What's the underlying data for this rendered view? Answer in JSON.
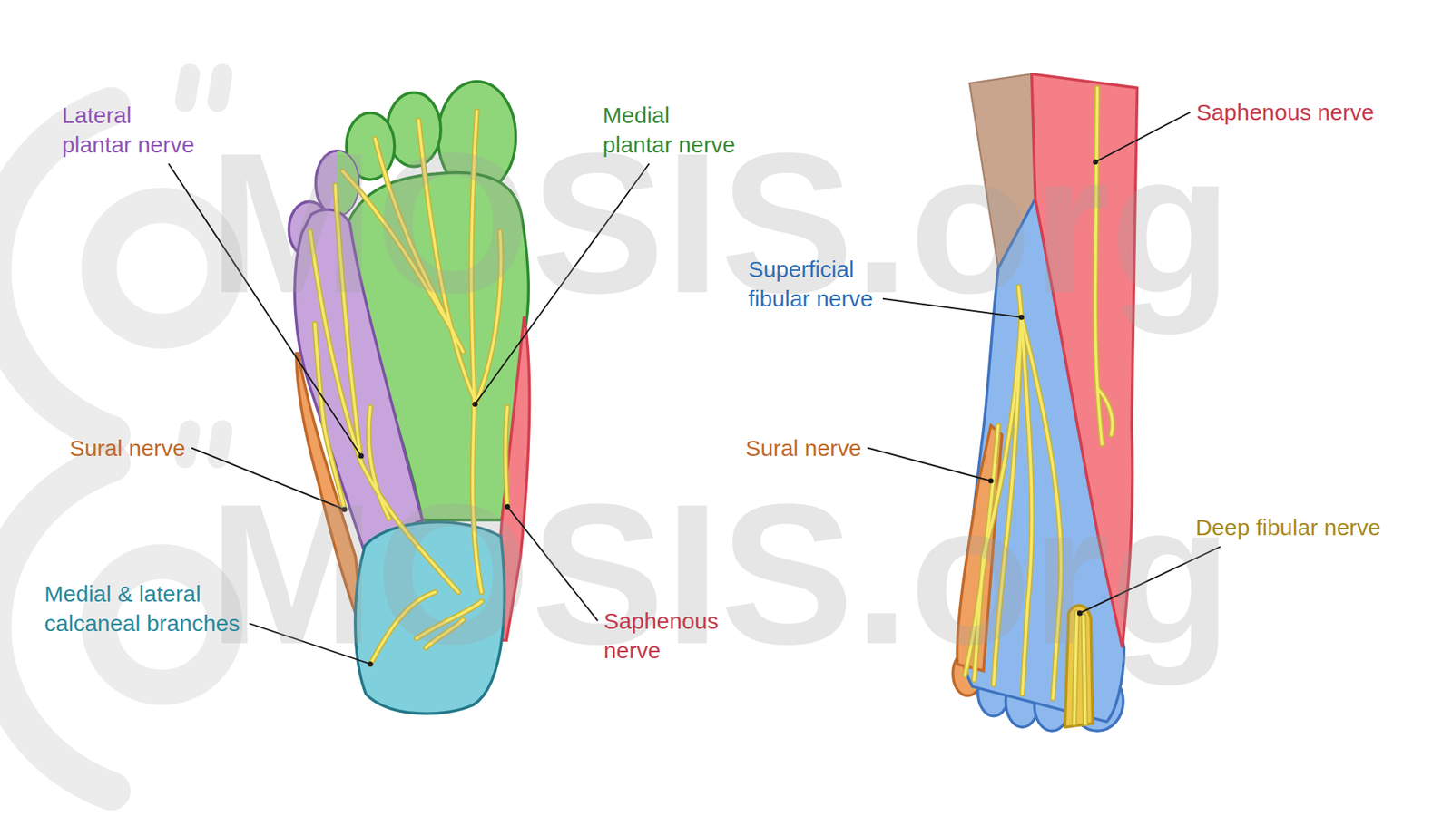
{
  "diagram": {
    "labels": [
      "Lateral plantar nerve",
      "Medial plantar nerve",
      "Saphenous nerve",
      "Superficial fibular nerve",
      "Sural nerve",
      "Sural nerve",
      "Deep fibular nerve",
      "Medial & lateral calcaneal branches",
      "Saphenous nerve",
      "MOSIS.org",
      "MOSIS.org"
    ]
  }
}
